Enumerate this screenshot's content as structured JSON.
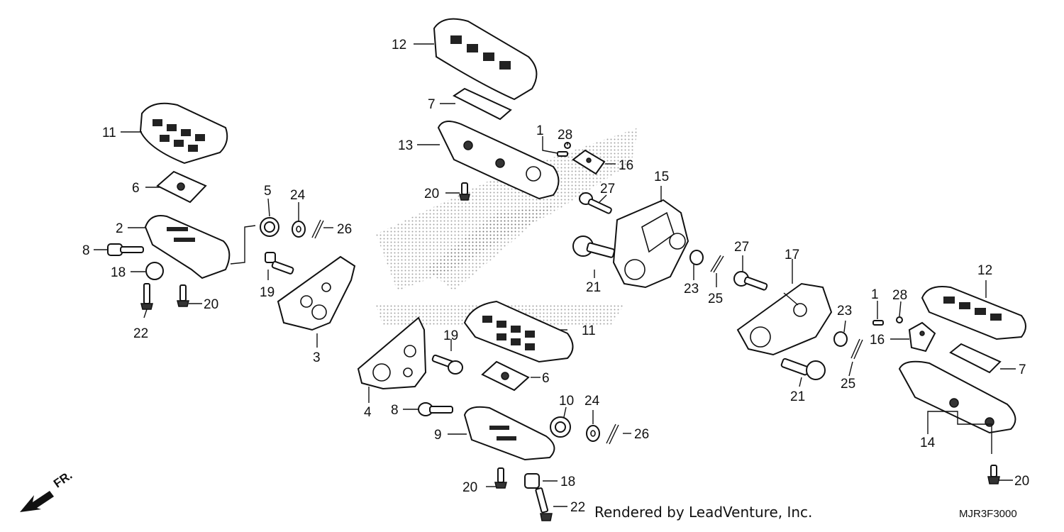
{
  "diagram": {
    "footer_credit": "Rendered by LeadVenture, Inc.",
    "diagram_code": "MJR3F3000",
    "front_indicator": "FR.",
    "callouts": [
      "1",
      "2",
      "3",
      "4",
      "5",
      "6",
      "7",
      "8",
      "9",
      "10",
      "11",
      "12",
      "13",
      "14",
      "15",
      "16",
      "17",
      "18",
      "19",
      "20",
      "21",
      "22",
      "23",
      "24",
      "25",
      "26",
      "27",
      "28"
    ]
  }
}
